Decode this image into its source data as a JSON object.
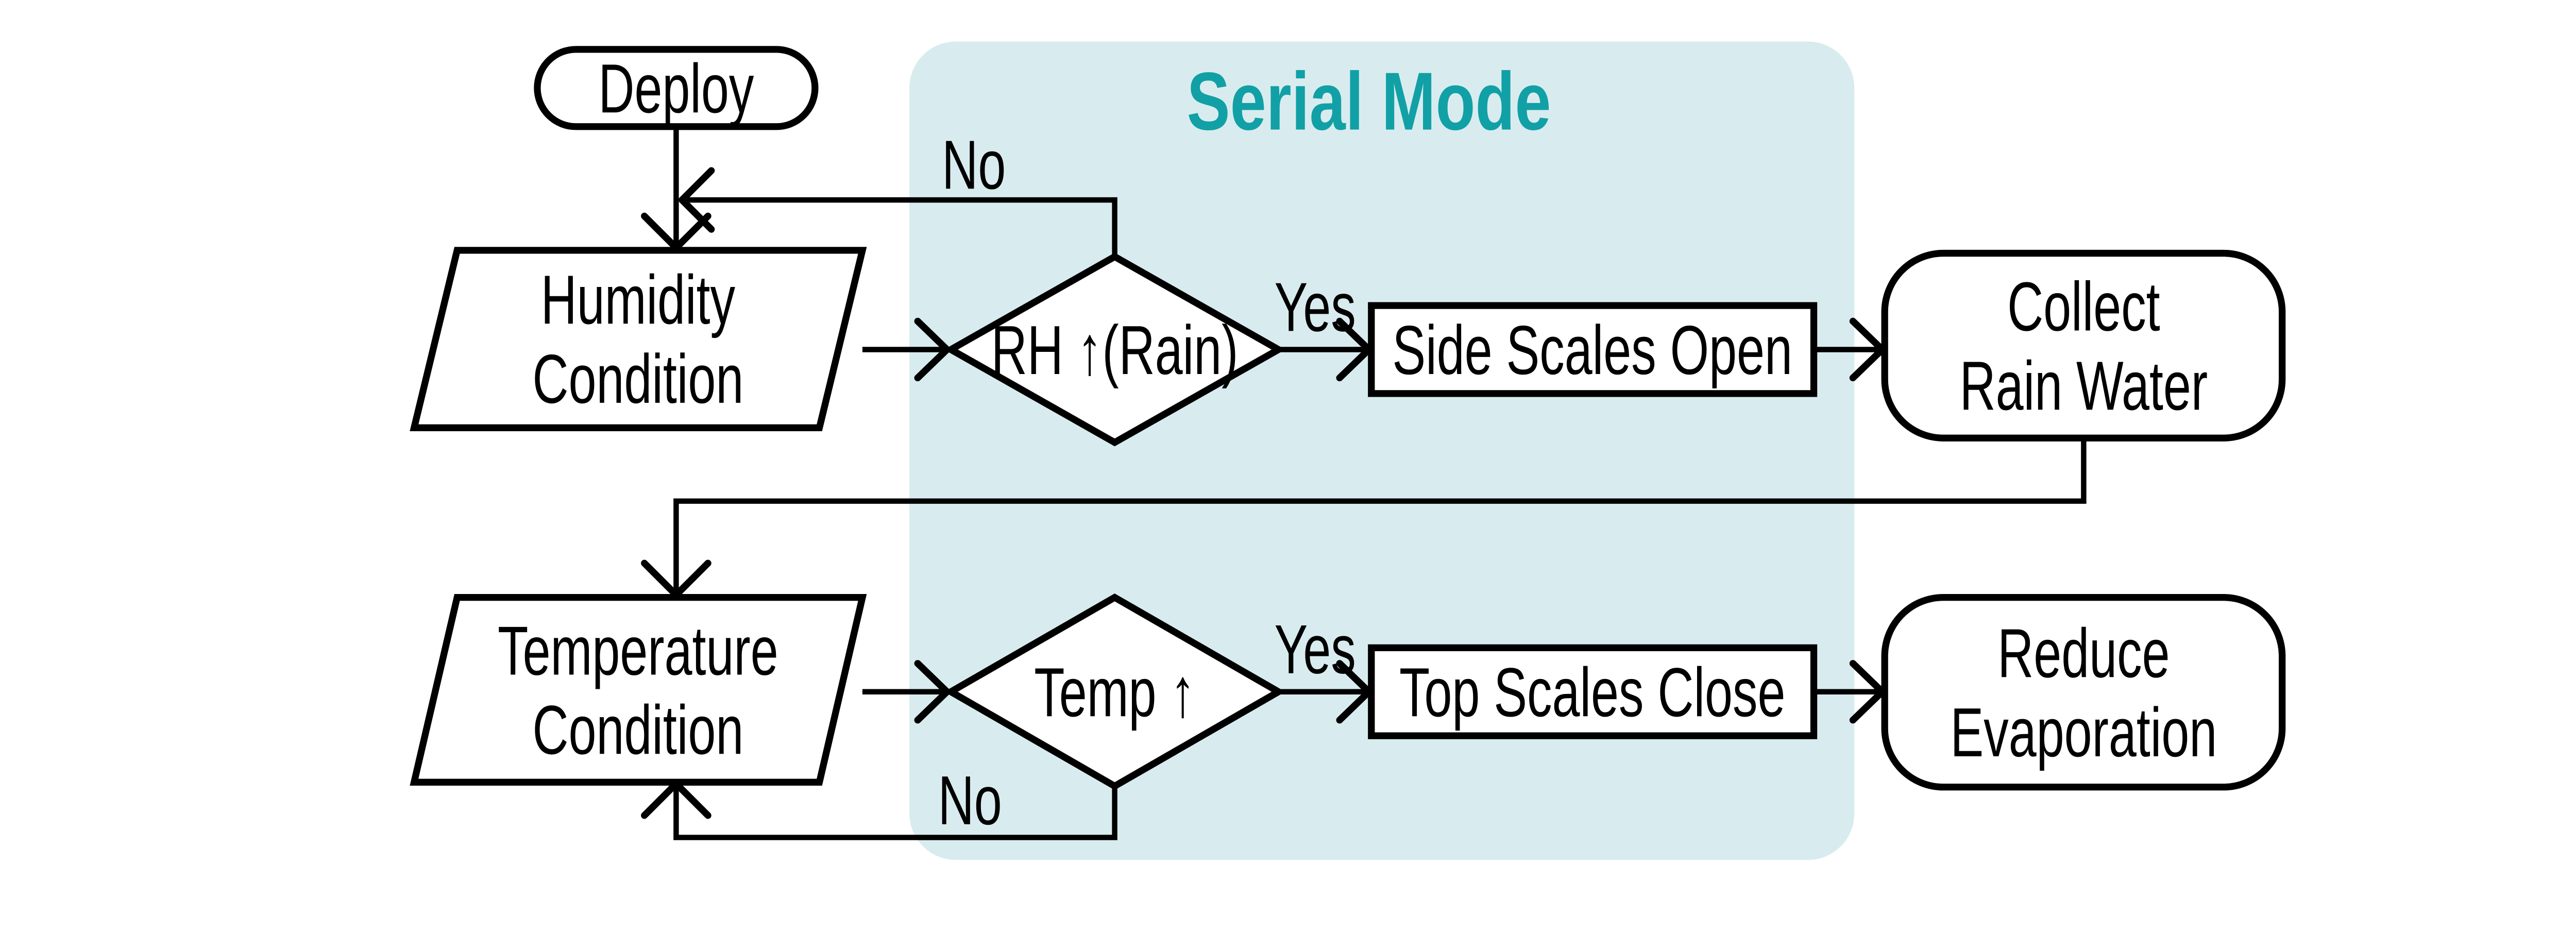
{
  "colors": {
    "background": "#ffffff",
    "panel_fill": "#d8ecef",
    "panel_title_color": "#11a0a5",
    "line_color": "#000000"
  },
  "panel": {
    "title": "Serial Mode"
  },
  "nodes": {
    "deploy": {
      "label": "Deploy",
      "type": "terminator"
    },
    "humidity_condition": {
      "line1": "Humidity",
      "line2": "Condition",
      "type": "input"
    },
    "rh_decision": {
      "label": "RH ↑(Rain)",
      "type": "decision"
    },
    "side_scales_open": {
      "label": "Side Scales Open",
      "type": "process"
    },
    "collect_rain_water": {
      "line1": "Collect",
      "line2": "Rain Water",
      "type": "terminator"
    },
    "temperature_condition": {
      "line1": "Temperature",
      "line2": "Condition",
      "type": "input"
    },
    "temp_decision": {
      "label": "Temp ↑",
      "type": "decision"
    },
    "top_scales_close": {
      "label": "Top Scales Close",
      "type": "process"
    },
    "reduce_evaporation": {
      "line1": "Reduce",
      "line2": "Evaporation",
      "type": "terminator"
    }
  },
  "edge_labels": {
    "rh_yes": "Yes",
    "rh_no": "No",
    "temp_yes": "Yes",
    "temp_no": "No"
  }
}
